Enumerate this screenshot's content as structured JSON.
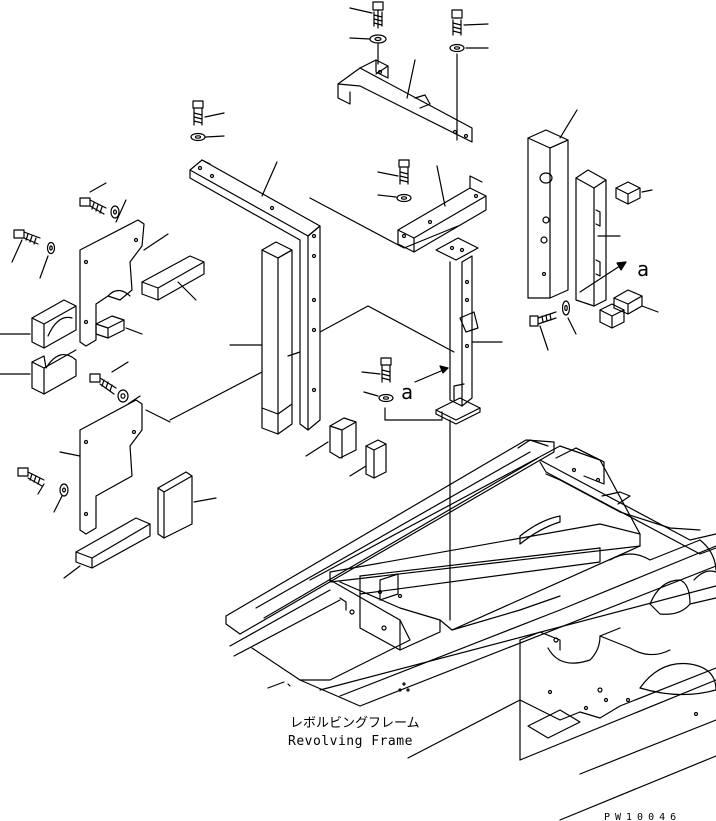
{
  "labels": {
    "frame_jp": "レボルビングフレーム",
    "frame_en": "Revolving Frame",
    "ref_right": "a",
    "ref_left": "a",
    "drawing_code": "PW10046"
  },
  "colors": {
    "line": "#000000",
    "background": "#ffffff"
  }
}
